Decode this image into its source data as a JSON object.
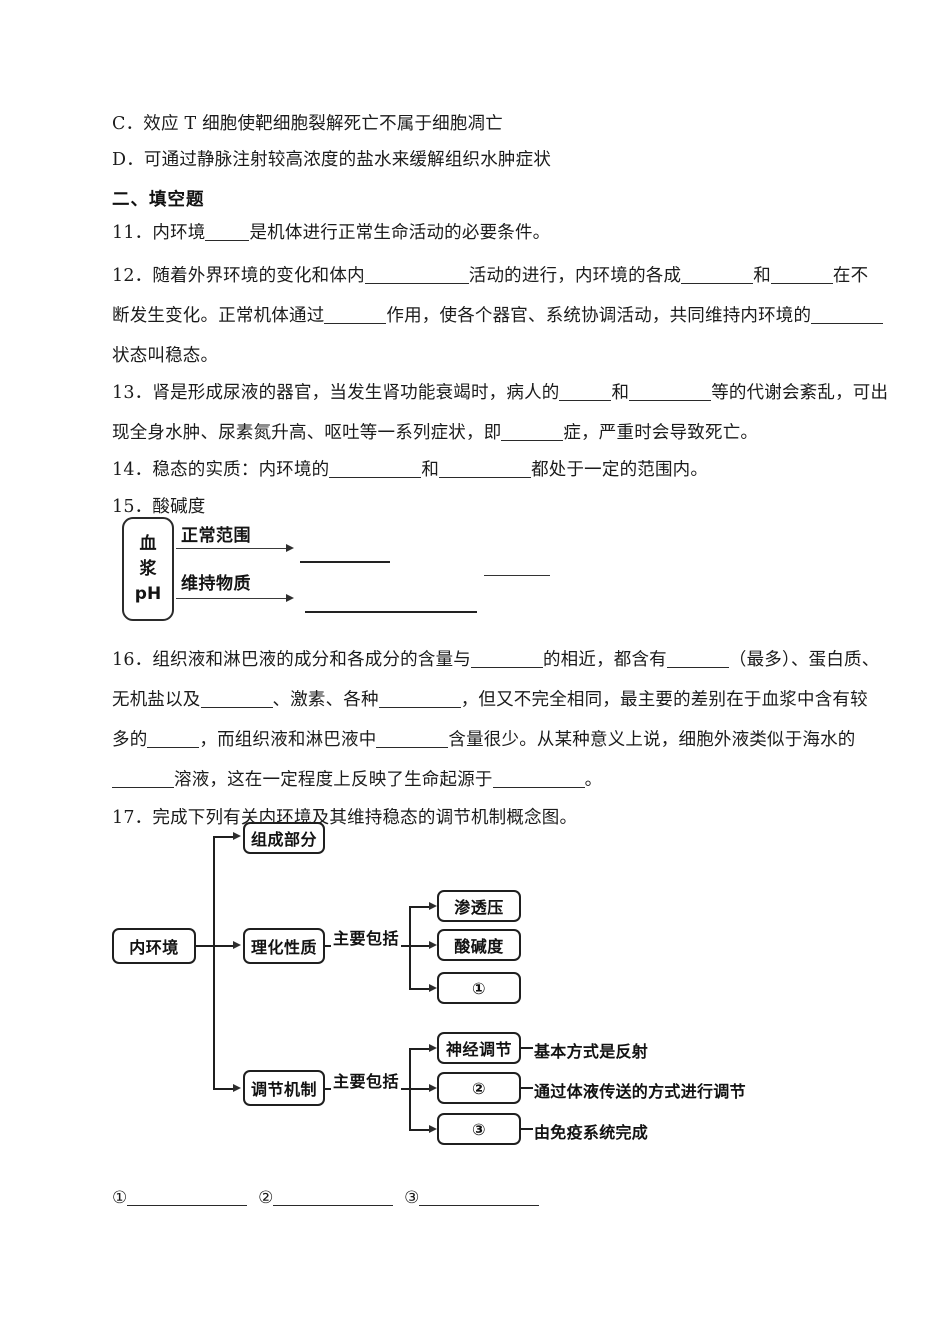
{
  "page": {
    "background": "#ffffff",
    "ink": "#1a1a1a"
  },
  "choices": {
    "c": "C．效应 T 细胞使靶细胞裂解死亡不属于细胞凋亡",
    "d": "D．可通过静脉注射较高浓度的盐水来缓解组织水肿症状"
  },
  "section": {
    "heading": "二、填空题"
  },
  "questions": {
    "q11": {
      "number": "11．",
      "seg1": "内环境",
      "seg2": "是机体进行正常生命活动的必要条件。"
    },
    "q12": {
      "number": "12．",
      "l1a": "随着外界环境的变化和体内",
      "l1b": "活动的进行，内环境的各成",
      "l1c": "和",
      "l1d": "在不",
      "l2a": "断发生变化。正常机体通过",
      "l2b": "作用，使各个器官、系统协调活动，共同维持内环境的",
      "l3": "状态叫稳态。"
    },
    "q13": {
      "number": "13．",
      "l1a": "肾是形成尿液的器官，当发生肾功能衰竭时，病人的",
      "l1b": "和",
      "l1c": "等的代谢会紊乱，可出",
      "l2a": "现全身水肿、尿素氮升高、呕吐等一系列症状，即",
      "l2b": "症，严重时会导致死亡。"
    },
    "q14": {
      "number": "14．",
      "l1a": "稳态的实质：内环境的",
      "l1b": "和",
      "l1c": "都处于一定的范围内。"
    },
    "q15": {
      "number": "15．",
      "title": "酸碱度",
      "figure": {
        "box_lines": [
          "血",
          "浆",
          "pH"
        ],
        "branch1_label": "正常范围",
        "branch2_label": "维持物质"
      }
    },
    "q16": {
      "number": "16．",
      "l1a": "组织液和淋巴液的成分和各成分的含量与",
      "l1b": "的相近，都含有",
      "l1c": "（最多）、蛋白质、",
      "l2a": "无机盐以及",
      "l2b": "、激素、各种",
      "l2c": "，但又不完全相同，最主要的差别在于血浆中含有较",
      "l3a": "多的",
      "l3b": "，而组织液和淋巴液中",
      "l3c": "含量很少。从某种意义上说，细胞外液类似于海水的",
      "l4a": "溶液，这在一定程度上反映了生命起源于",
      "l4b": "。"
    },
    "q17": {
      "number": "17．",
      "prompt": "完成下列有关内环境及其维持稳态的调节机制概念图。",
      "concept_map": {
        "root": "内环境",
        "branches": [
          {
            "label": "组成部分"
          },
          {
            "label": "理化性质",
            "connector": "主要包括",
            "children": [
              "渗透压",
              "酸碱度",
              "①"
            ]
          },
          {
            "label": "调节机制",
            "connector": "主要包括",
            "children": [
              "神经调节",
              "②",
              "③"
            ],
            "child_notes": [
              "基本方式是反射",
              "通过体液传送的方式进行调节",
              "由免疫系统完成"
            ]
          }
        ]
      },
      "answer_marks": [
        "①",
        "②",
        "③"
      ]
    }
  }
}
